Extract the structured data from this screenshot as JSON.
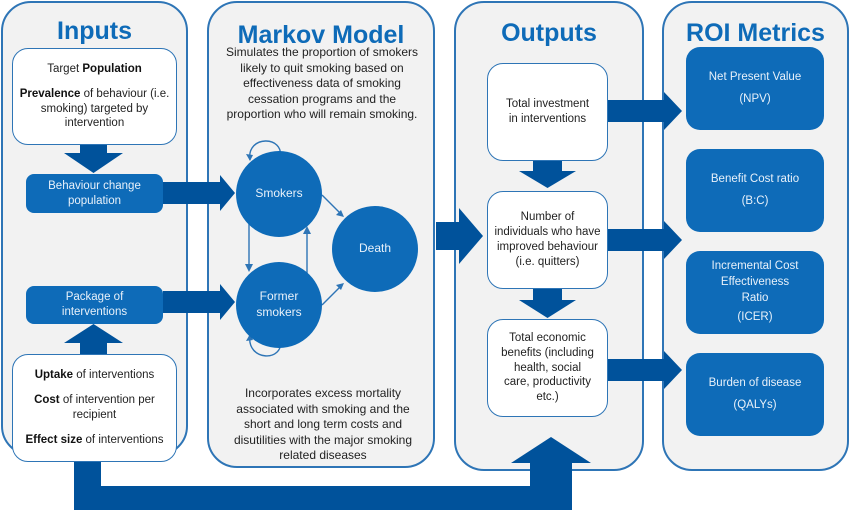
{
  "colors": {
    "accent": "#0e6bb8",
    "arrow": "#00529b",
    "panel_bg": "#f2f2f2",
    "panel_border": "#2e75b6"
  },
  "inputs": {
    "title": "Inputs",
    "population_box": {
      "line1_normal": "Target ",
      "line1_bold": "Population",
      "line2_bold": "Prevalence",
      "line2_normal": " of behaviour (i.e. smoking) targeted by intervention"
    },
    "behaviour_change": "Behaviour change population",
    "package": "Package of interventions",
    "params_box": {
      "uptake_bold": "Uptake",
      "uptake_normal": " of interventions",
      "cost_bold": "Cost",
      "cost_normal": " of intervention per recipient",
      "effect_bold": "Effect size",
      "effect_normal": " of interventions"
    }
  },
  "markov": {
    "title": "Markov Model",
    "description_top": "Simulates the proportion of smokers likely to quit smoking based on effectiveness data of smoking cessation programs and the proportion who will remain smoking.",
    "states": {
      "smokers": "Smokers",
      "former": "Former smokers",
      "death": "Death"
    },
    "description_bottom": "Incorporates excess mortality associated with smoking and the short and long term costs and disutilities with the major smoking related diseases"
  },
  "outputs": {
    "title": "Outputs",
    "boxes": [
      "Total investment in interventions",
      "Number of individuals who have improved behaviour (i.e. quitters)",
      "Total economic benefits (including health, social care, productivity etc.)"
    ]
  },
  "roi": {
    "title": "ROI Metrics",
    "metrics": [
      {
        "name": "Net Present Value",
        "abbr": "(NPV)"
      },
      {
        "name": "Benefit Cost ratio",
        "abbr": "(B:C)"
      },
      {
        "name": "Incremental Cost Effectiveness Ratio",
        "abbr": "(ICER)"
      },
      {
        "name": "Burden of disease",
        "abbr": "(QALYs)"
      }
    ]
  }
}
